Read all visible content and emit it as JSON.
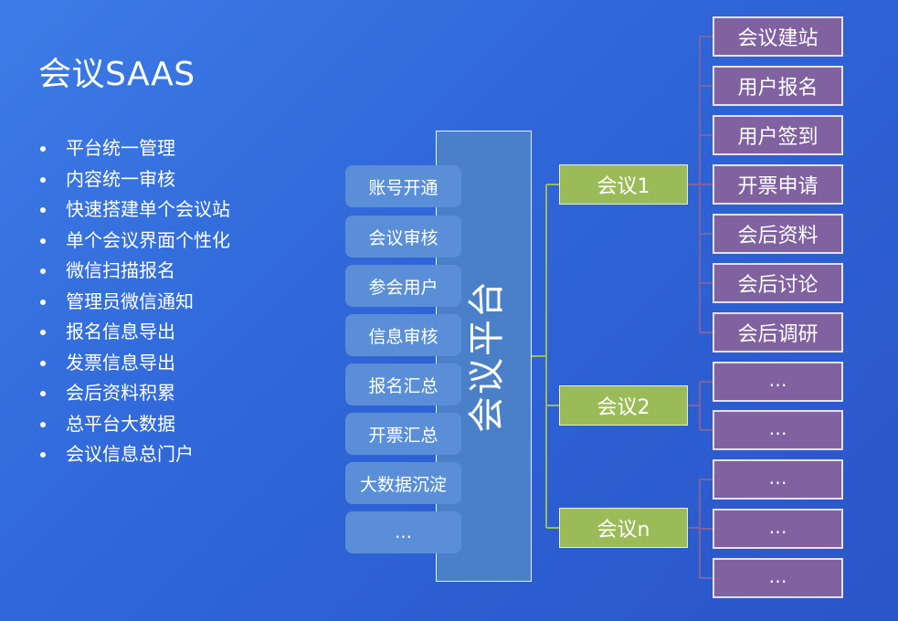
{
  "title": "会议SAAS",
  "bullets": [
    "平台统一管理",
    "内容统一审核",
    "快速搭建单个会议站",
    "单个会议界面个性化",
    "微信扫描报名",
    "管理员微信通知",
    "报名信息导出",
    "发票信息导出",
    "会后资料积累",
    "总平台大数据",
    "会议信息总门户"
  ],
  "modules": [
    "账号开通",
    "会议审核",
    "参会用户",
    "信息审核",
    "报名汇总",
    "开票汇总",
    "大数据沉淀",
    "…"
  ],
  "platform": "会议平台",
  "meetings": [
    "会议1",
    "会议2",
    "会议n"
  ],
  "meeting1_features": [
    "会议建站",
    "用户报名",
    "用户签到",
    "开票申请",
    "会后资料",
    "会后讨论",
    "会后调研"
  ],
  "meeting2_features": [
    "…",
    "…"
  ],
  "meetingn_features": [
    "…",
    "…",
    "…"
  ],
  "colors": {
    "background": "#2f66d8",
    "module": "#5a8fd8",
    "platform": "#4a80c8",
    "meeting": "#9bbb59",
    "feature": "#8062a0",
    "connector_green": "#9bbb59",
    "connector_purple": "#8062a0"
  }
}
